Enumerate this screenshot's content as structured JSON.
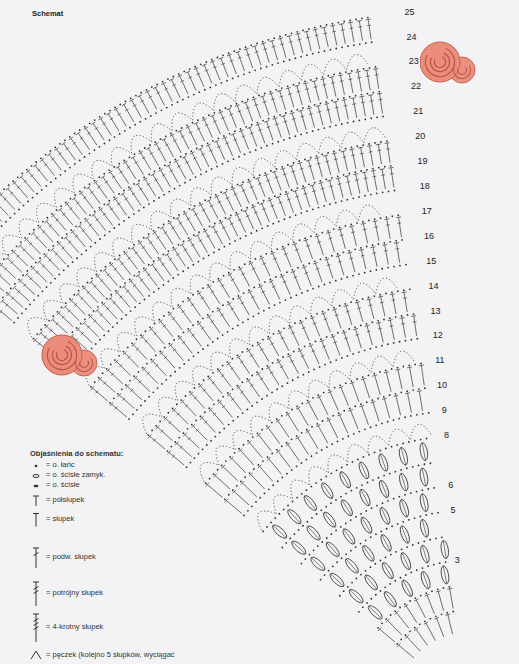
{
  "diagram": {
    "title": "Schemat",
    "labels": [
      "25",
      "24",
      "23",
      "22",
      "21",
      "20",
      "19",
      "18",
      "17",
      "16",
      "15",
      "14",
      "13",
      "12",
      "11",
      "10",
      "9",
      "8",
      "6",
      "5",
      "3",
      "Objaśnienia do schematu:"
    ],
    "legend": [
      {
        "text": "= o. łańc"
      },
      {
        "text": "= o. ścisłe zamyk."
      },
      {
        "text": "= o. ścisłe"
      },
      {
        "text": "= półsłupek"
      },
      {
        "text": "= słupek"
      },
      {
        "text": "= podw. słupek"
      },
      {
        "text": "= potrójny słupek"
      },
      {
        "text": "= 4-krotny słupek"
      },
      {
        "text": "= pęczek (kolejno 5 słupków, wyciągać"
      }
    ]
  }
}
